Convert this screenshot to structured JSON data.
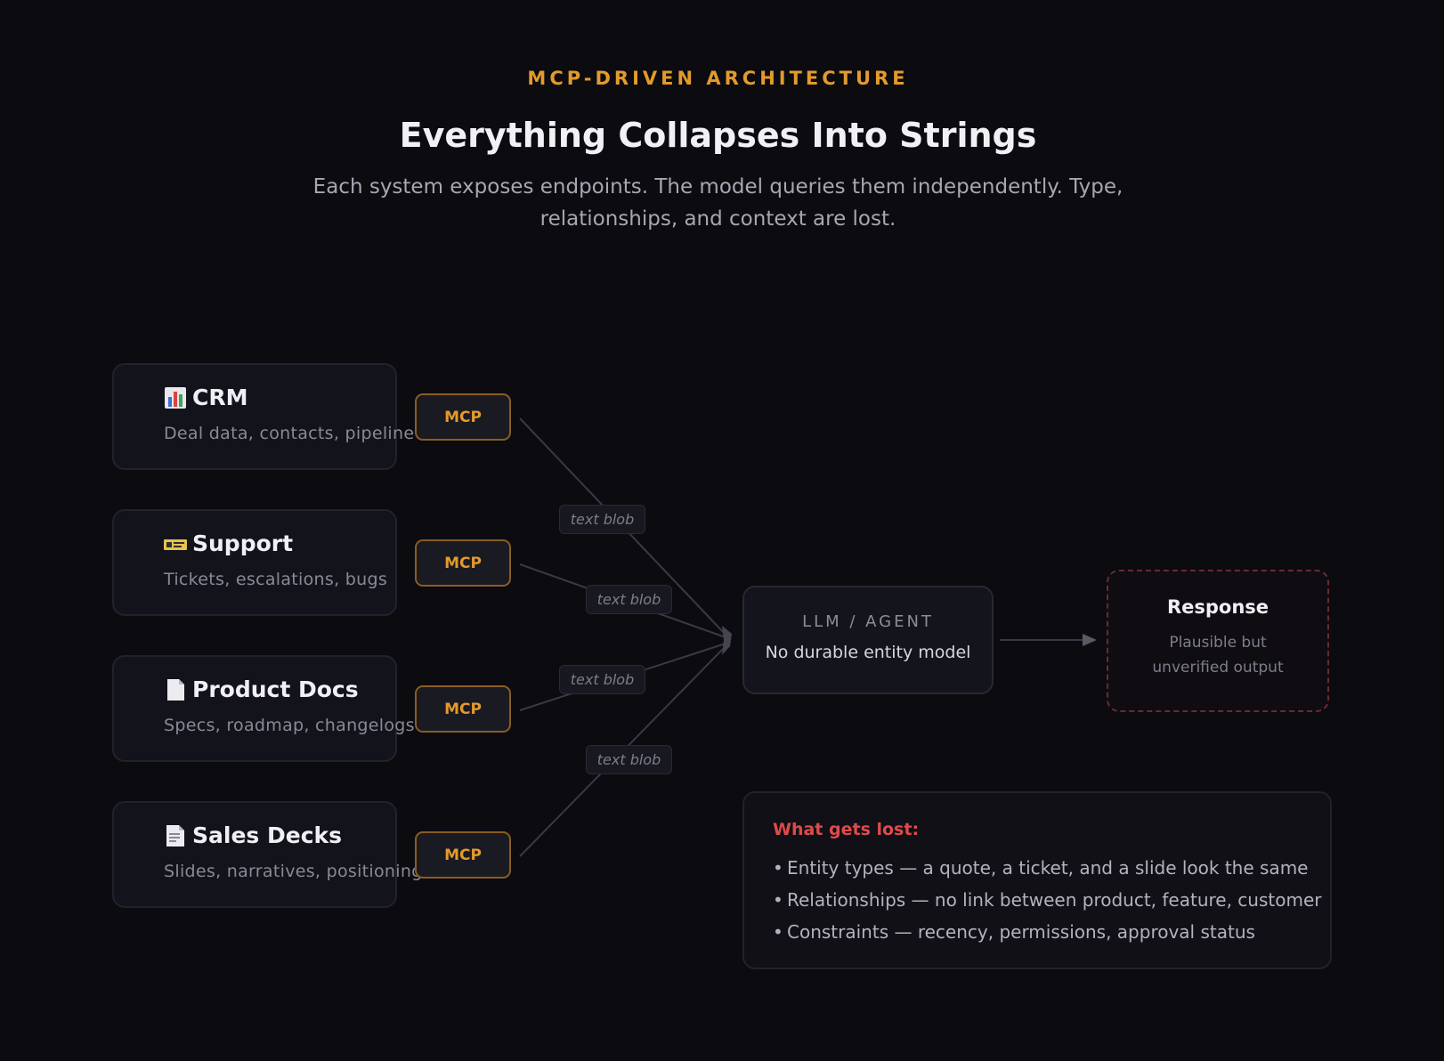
{
  "header": {
    "eyebrow": "MCP-DRIVEN ARCHITECTURE",
    "title": "Everything Collapses Into Strings",
    "subtitle": "Each system exposes endpoints. The model queries them independently. Type, relationships, and context are lost."
  },
  "sources": [
    {
      "name": "CRM",
      "description": "Deal data, contacts, pipeline",
      "icon": "bar-chart-icon",
      "connector": "MCP"
    },
    {
      "name": "Support",
      "description": "Tickets, escalations, bugs",
      "icon": "ticket-icon",
      "connector": "MCP"
    },
    {
      "name": "Product Docs",
      "description": "Specs, roadmap, changelogs",
      "icon": "document-icon",
      "connector": "MCP"
    },
    {
      "name": "Sales Decks",
      "description": "Slides, narratives, positioning",
      "icon": "slides-icon",
      "connector": "MCP"
    }
  ],
  "edge_labels": [
    "text blob",
    "text blob",
    "text blob",
    "text blob"
  ],
  "llm": {
    "label": "LLM / AGENT",
    "sublabel": "No durable entity model"
  },
  "response": {
    "title": "Response",
    "description": "Plausible but unverified output"
  },
  "lost": {
    "title": "What gets lost:",
    "items": [
      "Entity types — a quote, a ticket, and a slide look the same",
      "Relationships — no link between product, feature, customer",
      "Constraints — recency, permissions, approval status"
    ]
  },
  "colors": {
    "background": "#0b0b10",
    "accent": "#e39a2c",
    "warning": "#e04a4a",
    "connector_line": "#3a3a46"
  }
}
